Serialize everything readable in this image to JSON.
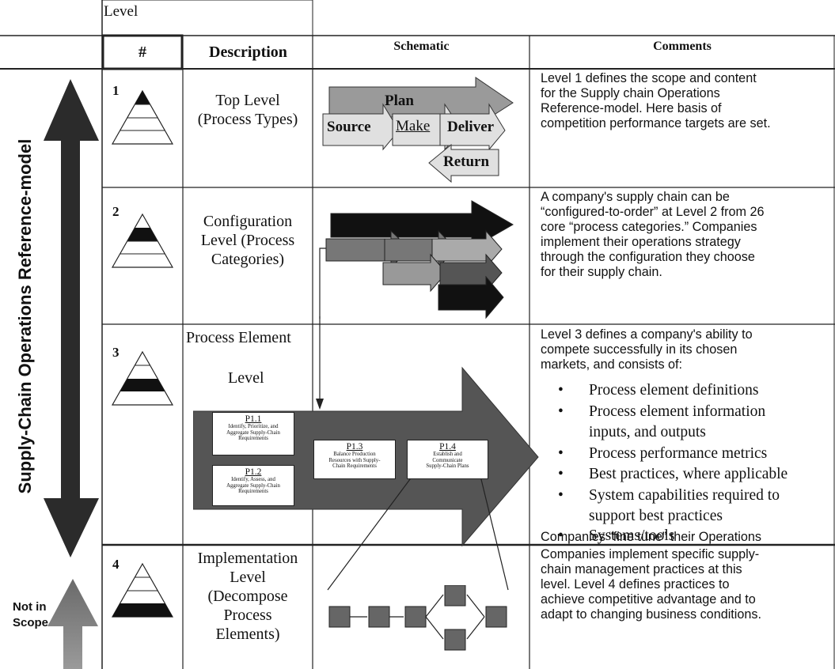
{
  "header": {
    "level_label": "Level",
    "num_col": "#",
    "description_col": "Description",
    "schematic_col": "Schematic",
    "comments_col": "Comments"
  },
  "side": {
    "scor_label": "Supply-Chain Operations Reference-model",
    "not_in_scope": [
      "Not in",
      "Scope"
    ]
  },
  "rows": [
    {
      "num": "1",
      "description": [
        "Top Level",
        "(Process Types)"
      ],
      "comment": [
        "Level 1 defines the scope and content",
        "for the Supply chain Operations",
        "Reference-model. Here basis of",
        "competition performance targets are set."
      ]
    },
    {
      "num": "2",
      "description": [
        "Configuration",
        "Level (Process",
        "Categories)"
      ],
      "comment": [
        "A company's supply chain can be",
        "“configured-to-order” at Level 2 from 26",
        "core “process categories.” Companies",
        "implement their operations strategy",
        "through the configuration they choose",
        "for their supply chain."
      ]
    },
    {
      "num": "3",
      "description": [
        "Process Element",
        "Level"
      ],
      "comment_intro": [
        "Level 3 defines a company's ability to",
        "compete successfully in its chosen",
        "markets, and consists of:"
      ],
      "bullets": [
        "Process element definitions",
        "Process element information",
        "inputs, and outputs",
        "Process performance metrics",
        "Best practices, where applicable",
        "System capabilities required to",
        "support best practices",
        "Systems/tools"
      ],
      "comment_outro": "Companies “fine tune” their Operations"
    },
    {
      "num": "4",
      "description": [
        "Implementation",
        "Level",
        "(Decompose",
        "Process",
        "Elements)"
      ],
      "comment": [
        "Companies implement specific supply-",
        "chain management practices at this",
        "level. Level 4 defines practices to",
        "achieve competitive advantage and to",
        "adapt to changing business conditions."
      ]
    }
  ],
  "schematic_level1": {
    "plan": "Plan",
    "source": "Source",
    "make": "Make",
    "deliver": "Deliver",
    "return": "Return"
  },
  "schematic_level3": {
    "p11": {
      "id": "P1.1",
      "text": [
        "Identify, Prioritize, and",
        "Aggregate Supply-Chain",
        "Requirements"
      ]
    },
    "p12": {
      "id": "P1.2",
      "text": [
        "Identify, Assess, and",
        "Aggregate Supply-Chain",
        "Requirements"
      ]
    },
    "p13": {
      "id": "P1.3",
      "text": [
        "Balance Production",
        "Resources with Supply-",
        "Chain Requirements"
      ]
    },
    "p14": {
      "id": "P1.4",
      "text": [
        "Establish and",
        "Communicate",
        "Supply-Chain Plans"
      ]
    }
  },
  "colors": {
    "grid": "#222222",
    "dark_arrow": "#2b2b2b",
    "grey_arrow": "#8a8a8a",
    "light_arrow": "#d4d4d4",
    "big_arrow": "#555555",
    "node": "#666666"
  }
}
